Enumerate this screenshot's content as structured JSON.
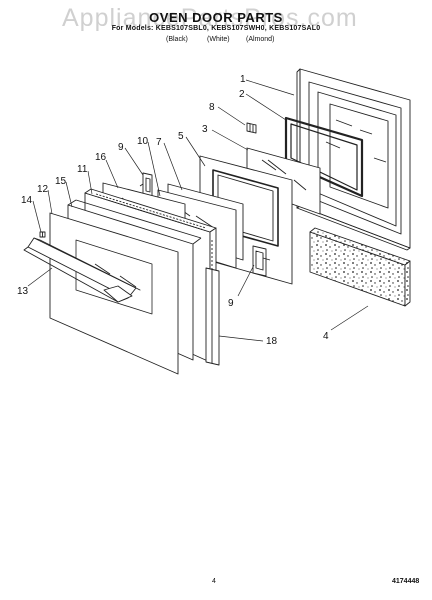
{
  "watermark": "AppliancePartsPros.com",
  "title": "OVEN DOOR PARTS",
  "models": "For Models: KEBS107SBL0, KEBS107SWH0, KEBS107SAL0",
  "finishes": [
    "(Black)",
    "(White)",
    "(Almond)"
  ],
  "callouts": [
    "1",
    "2",
    "8",
    "3",
    "5",
    "7",
    "10",
    "9",
    "16",
    "11",
    "15",
    "12",
    "14",
    "13",
    "9",
    "4",
    "18"
  ],
  "footer": {
    "page": "4",
    "code": "4174448"
  },
  "colors": {
    "line": "#222222",
    "fill": "#ffffff"
  }
}
